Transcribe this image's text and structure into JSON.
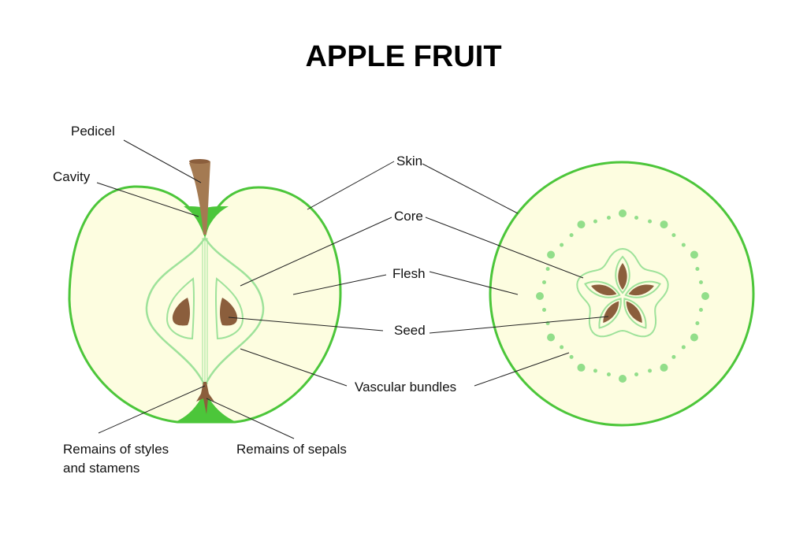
{
  "title": "APPLE FRUIT",
  "labels": {
    "pedicel": "Pedicel",
    "cavity": "Cavity",
    "skin": "Skin",
    "core": "Core",
    "flesh": "Flesh",
    "seed": "Seed",
    "vascular_bundles": "Vascular bundles",
    "remains_styles_line1": "Remains of styles",
    "remains_styles_line2": "and stamens",
    "remains_sepals": "Remains of sepals"
  },
  "colors": {
    "skin": "#4cc63a",
    "flesh": "#fdfde0",
    "core_line": "#9ee29a",
    "seed": "#8b5e3c",
    "stem": "#a47a52",
    "bundle": "#92de8a"
  }
}
